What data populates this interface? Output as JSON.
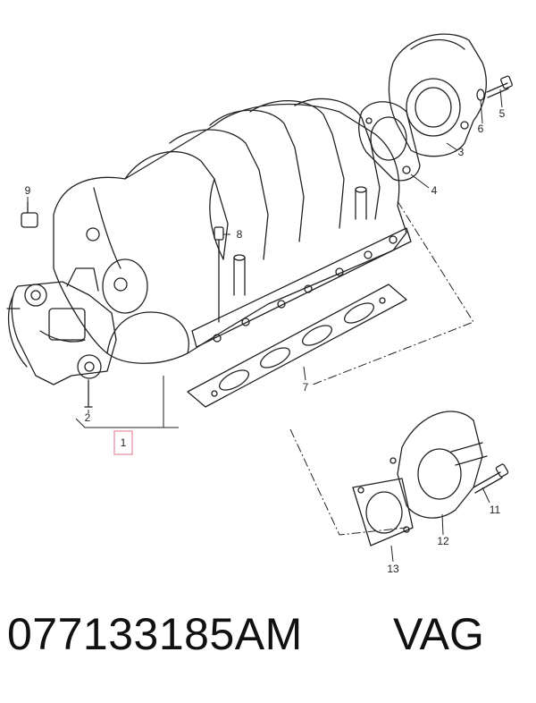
{
  "callouts": {
    "c1": "1",
    "c2": "2",
    "c3": "3",
    "c4": "4",
    "c5": "5",
    "c6": "6",
    "c7": "7",
    "c8": "8",
    "c9": "9",
    "c11": "11",
    "c12": "12",
    "c13": "13"
  },
  "highlight_color": "#e8a0b0",
  "part_number": "077133185AM",
  "brand": "VAG"
}
